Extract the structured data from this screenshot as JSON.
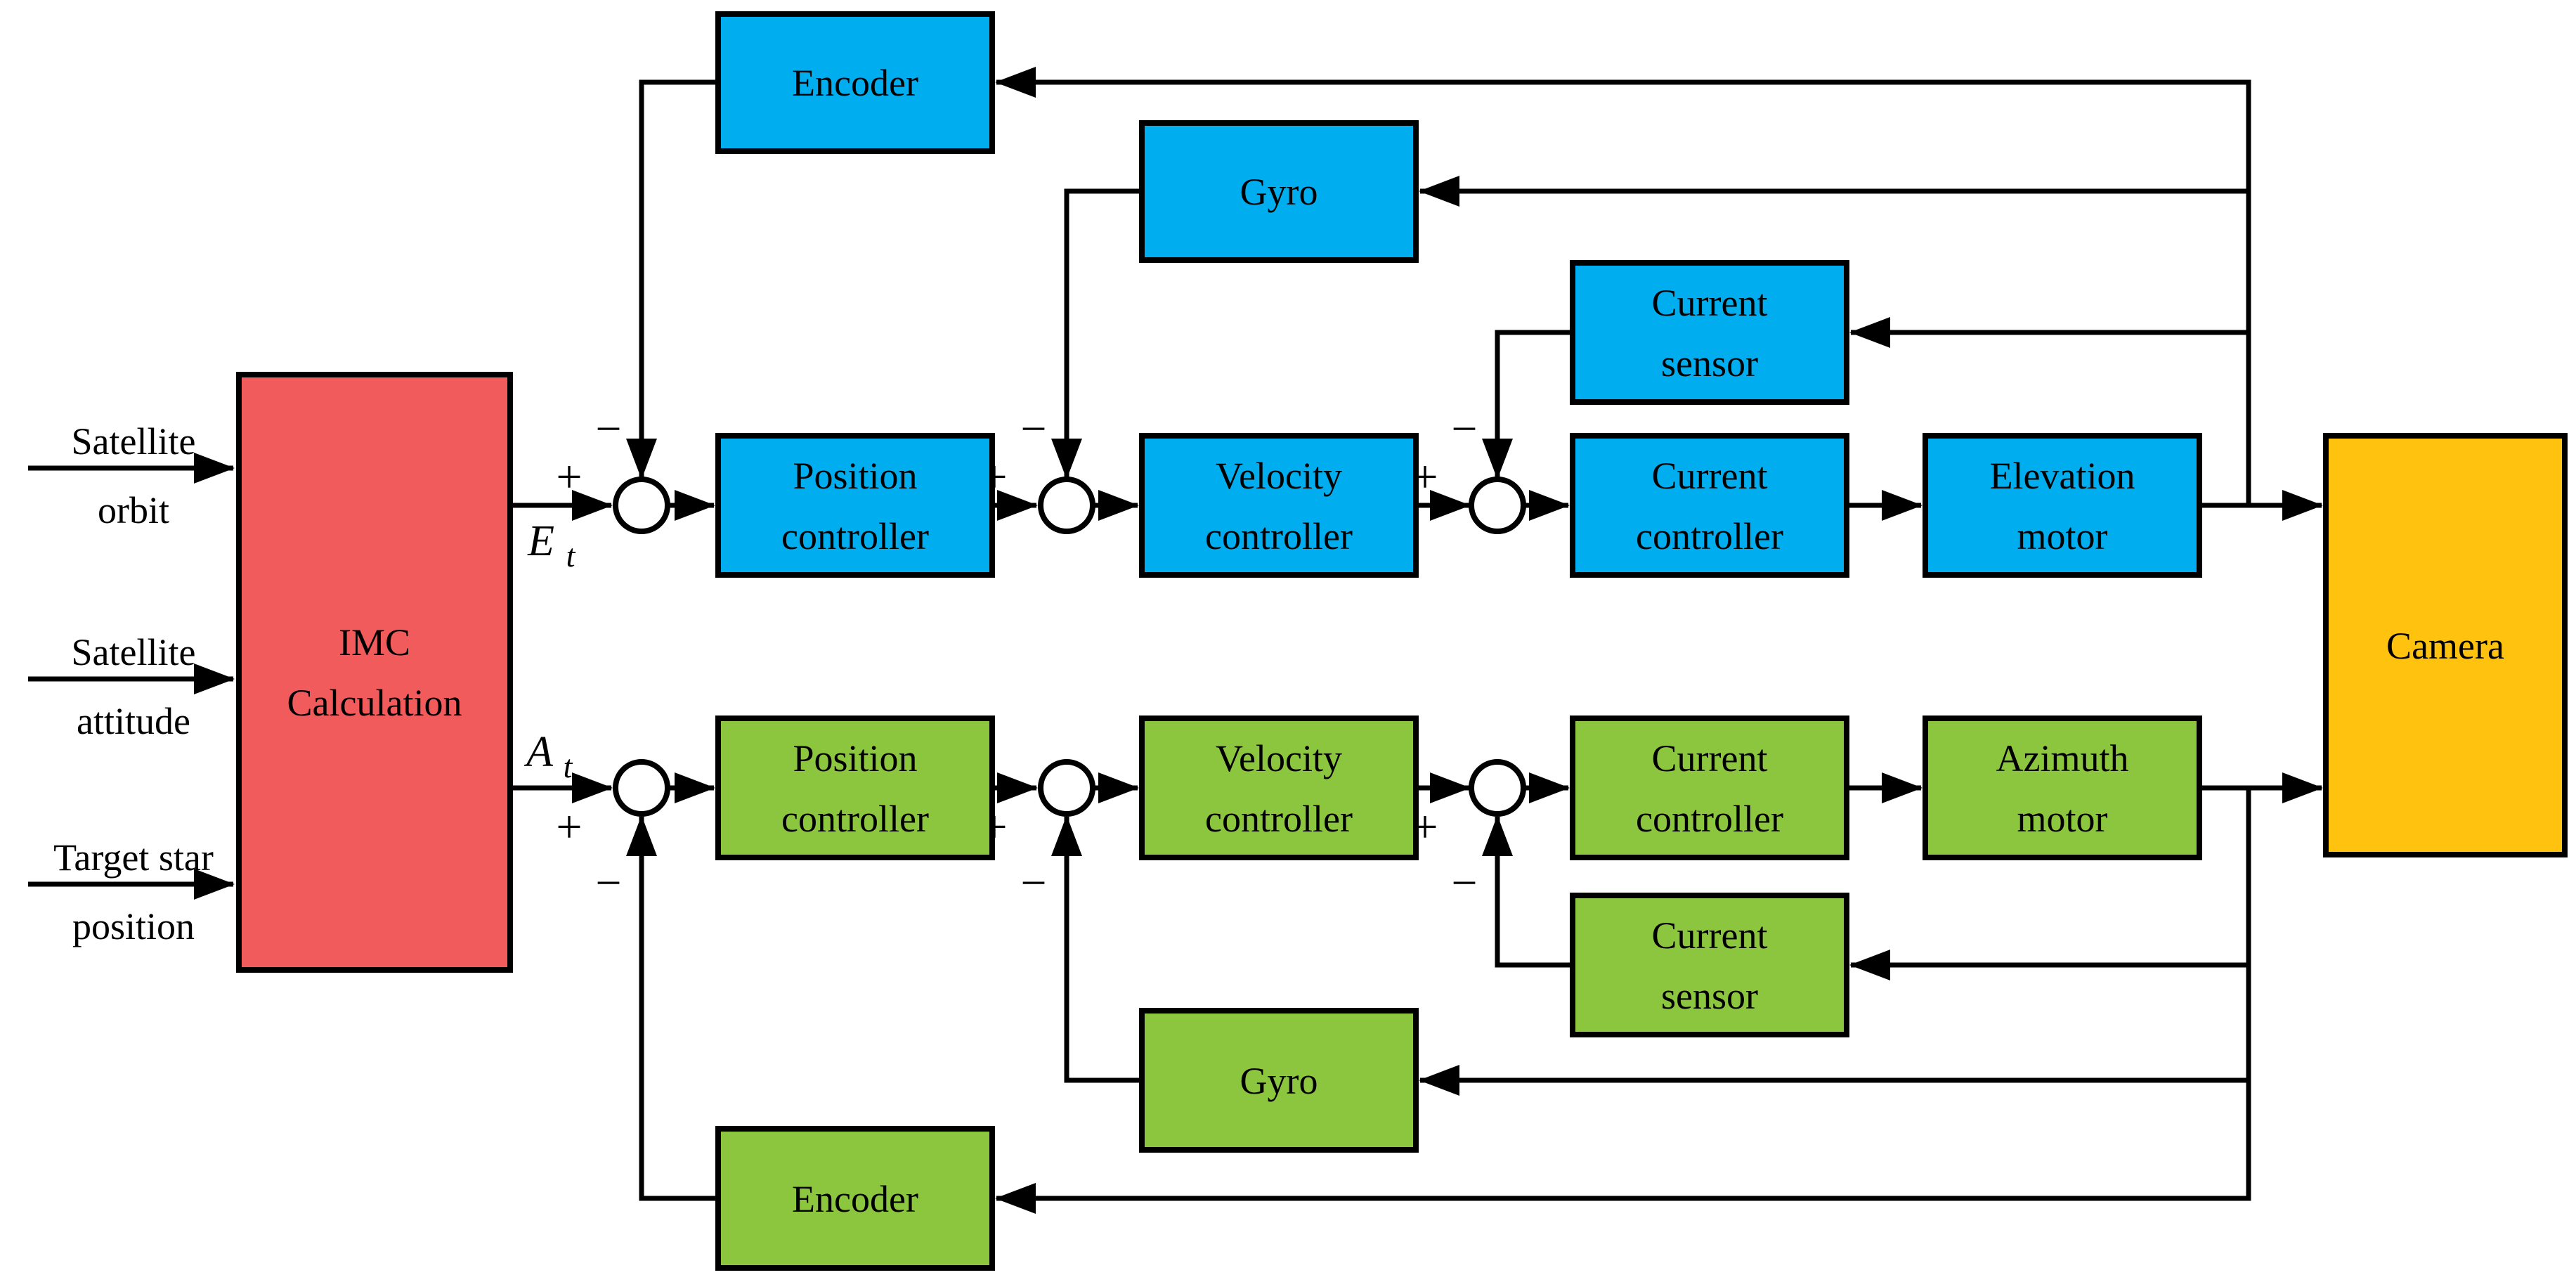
{
  "figure": {
    "type": "control-system-block-diagram",
    "description": "Dual-axis (elevation/azimuth) camera pointing control loop with IMC calculation feeding cascaded position, velocity and current control loops"
  },
  "colors": {
    "blue": "#00AEEF",
    "green": "#8CC63F",
    "red": "#F15B5B",
    "orange": "#FFC20E",
    "line": "#000000",
    "background": "#FFFFFF"
  },
  "inputs": [
    {
      "top": "Satellite",
      "bottom": "orbit"
    },
    {
      "top": "Satellite",
      "bottom": "attitude"
    },
    {
      "top": "Target star",
      "bottom": "position"
    }
  ],
  "imc": {
    "top": "IMC",
    "bottom": "Calculation"
  },
  "signals": {
    "elevation": {
      "base": "E",
      "sub": "t"
    },
    "azimuth": {
      "base": "A",
      "sub": "t"
    }
  },
  "signs": {
    "plus": "+",
    "minus": "−"
  },
  "elevation": {
    "encoder": "Encoder",
    "gyro": "Gyro",
    "current_sensor": {
      "top": "Current",
      "bottom": "sensor"
    },
    "position_controller": {
      "top": "Position",
      "bottom": "controller"
    },
    "velocity_controller": {
      "top": "Velocity",
      "bottom": "controller"
    },
    "current_controller": {
      "top": "Current",
      "bottom": "controller"
    },
    "motor": {
      "top": "Elevation",
      "bottom": "motor"
    }
  },
  "azimuth": {
    "encoder": "Encoder",
    "gyro": "Gyro",
    "current_sensor": {
      "top": "Current",
      "bottom": "sensor"
    },
    "position_controller": {
      "top": "Position",
      "bottom": "controller"
    },
    "velocity_controller": {
      "top": "Velocity",
      "bottom": "controller"
    },
    "current_controller": {
      "top": "Current",
      "bottom": "controller"
    },
    "motor": {
      "top": "Azimuth",
      "bottom": "motor"
    }
  },
  "camera": {
    "label": "Camera"
  }
}
